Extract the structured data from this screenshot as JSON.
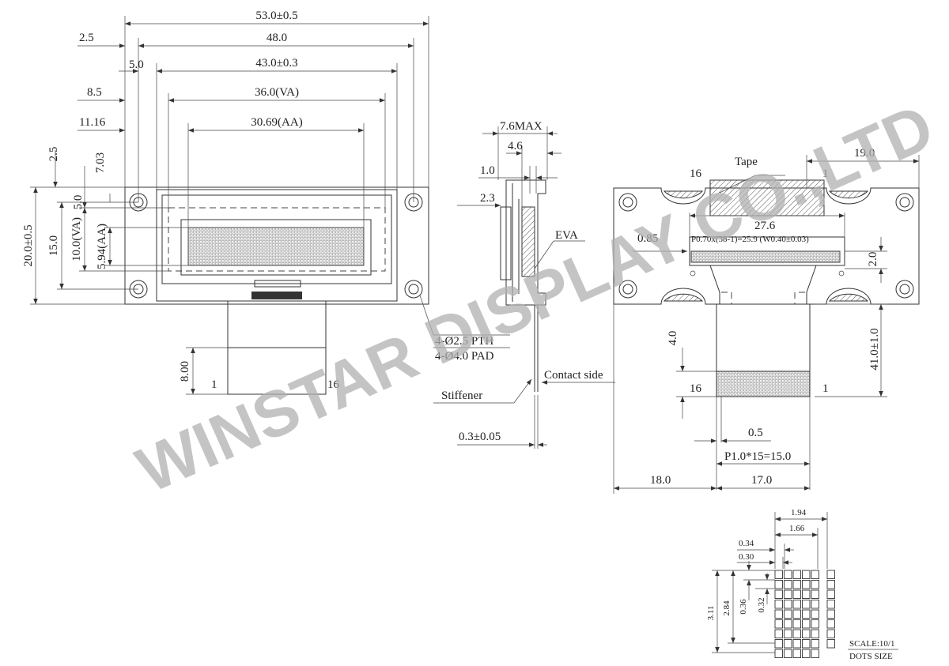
{
  "watermark": "WINSTAR DISPLAY CO.,LTD",
  "front_view": {
    "dims": {
      "overall_width": "53.0±0.5",
      "hole_pitch": "48.0",
      "glass_width": "43.0±0.3",
      "va_width": "36.0(VA)",
      "aa_width": "30.69(AA)",
      "left_2_5": "2.5",
      "left_5_0": "5.0",
      "left_8_5": "8.5",
      "left_11_16": "11.16",
      "overall_height": "20.0±0.5",
      "hole_vpitch": "15.0",
      "va_height": "10.0(VA)",
      "aa_height": "5.94(AA)",
      "top_2_5": "2.5",
      "top_7_03": "7.03",
      "top_5_0": "5.0",
      "fpc_length": "8.00",
      "pin_first": "1",
      "pin_last": "16"
    },
    "hole_note_1": "4-Ø2.5 PTH",
    "hole_note_2": "4-Ø4.0 PAD"
  },
  "side_view": {
    "dims": {
      "max_thickness": "7.6MAX",
      "d_4_6": "4.6",
      "d_1_0": "1.0",
      "d_2_3": "2.3",
      "fpc_thickness": "0.3±0.05"
    },
    "labels": {
      "eva": "EVA",
      "contact_side": "Contact side",
      "stiffener": "Stiffener"
    }
  },
  "back_view": {
    "labels": {
      "tape": "Tape",
      "pin_16_top": "16",
      "pin_1_top": "1",
      "pin_16_bottom": "16",
      "pin_1_bottom": "1"
    },
    "dims": {
      "d_19_0": "19.0",
      "d_27_6": "27.6",
      "d_0_85": "0.85",
      "pad_pitch": "P0.70x(38-1)=25.9 (W0.40±0.03)",
      "d_2_0": "2.0",
      "d_4_0": "4.0",
      "fpc_total": "41.0±1.0",
      "lead_width": "0.5",
      "lead_pitch": "P1.0*15=15.0",
      "d_18_0": "18.0",
      "d_17_0": "17.0"
    }
  },
  "dot_detail": {
    "dims": {
      "char_pitch": "1.94",
      "char_width": "1.66",
      "dot_pitch_x": "0.34",
      "dot_width": "0.30",
      "char_height_pitch": "3.11",
      "char_height": "2.84",
      "dot_pitch_y": "0.36",
      "dot_height": "0.32"
    },
    "scale_label": "SCALE:10/1",
    "dots_label": "DOTS SIZE"
  }
}
